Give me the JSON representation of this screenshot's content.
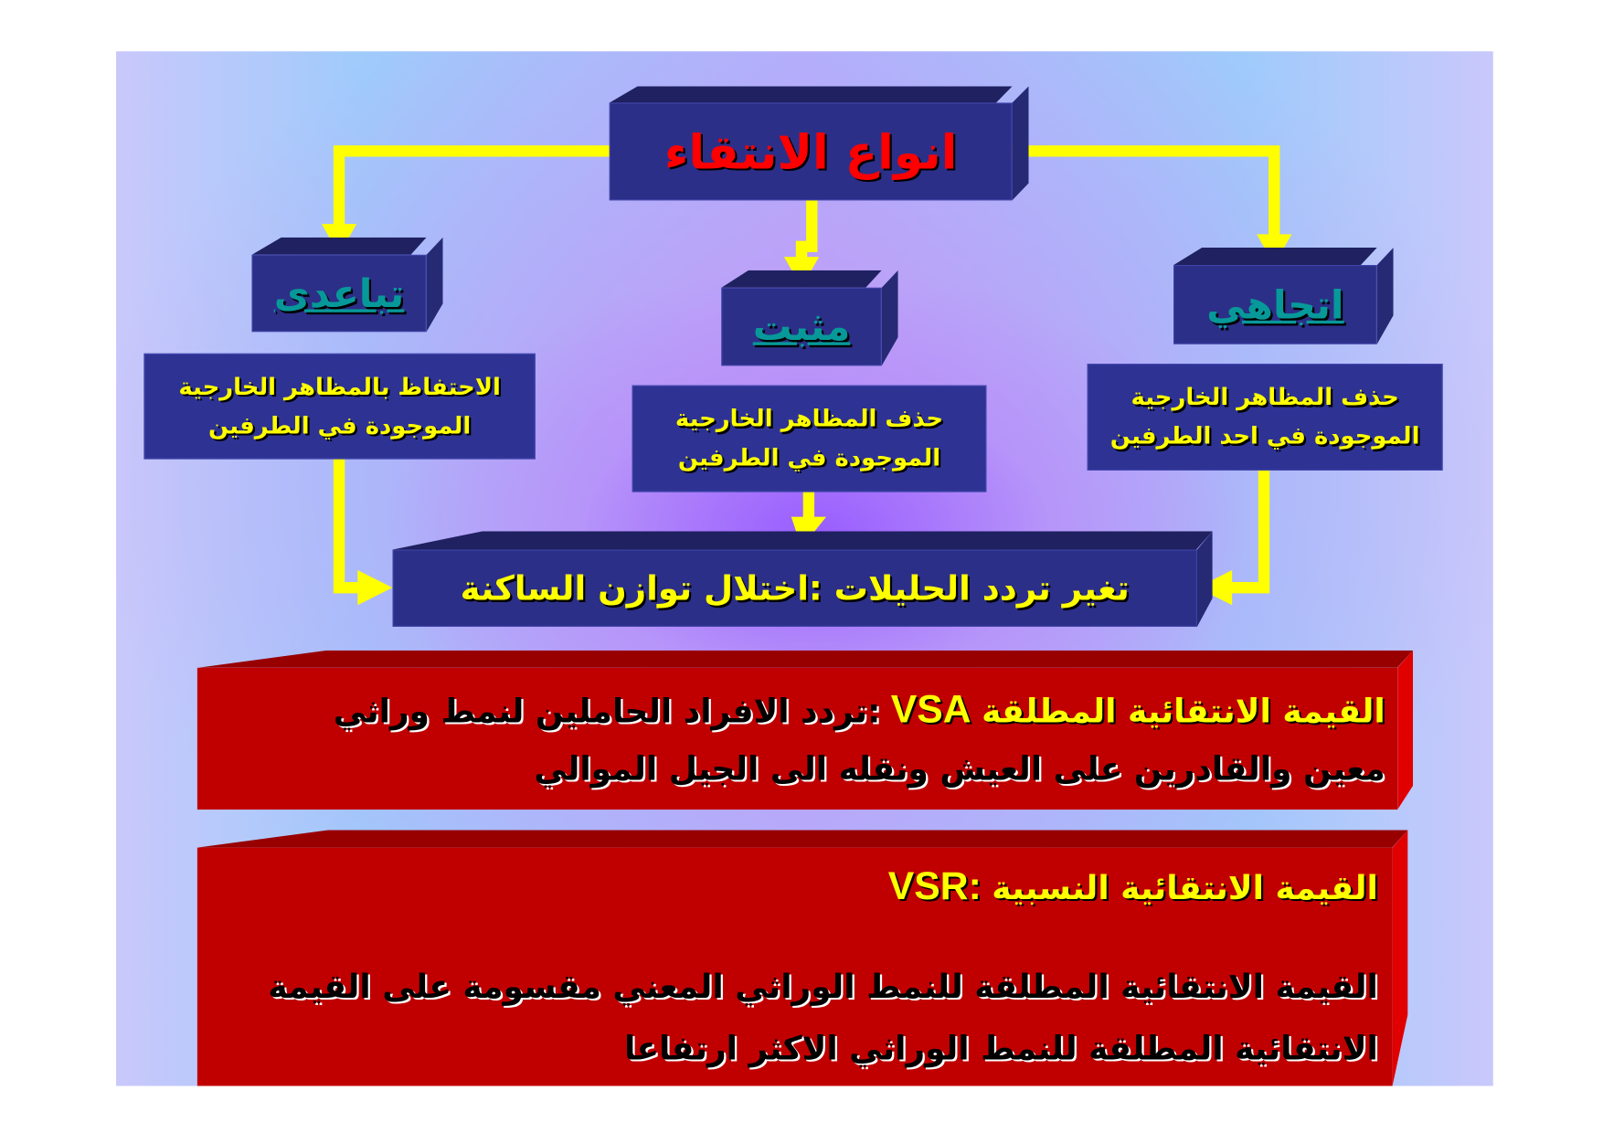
{
  "title": "انواع الانتقاء",
  "types": [
    {
      "label": "تباعدى",
      "description_lines": [
        "الاحتفاظ بالمظاهر الخارجية",
        "الموجودة في  الطرفين"
      ]
    },
    {
      "label": "مثبت",
      "description_lines": [
        "حذف المظاهر الخارجية",
        "الموجودة في  الطرفين"
      ]
    },
    {
      "label": "اتجاهي",
      "description_lines": [
        "حذف المظاهر الخارجية",
        "الموجودة في احد الطرفين"
      ]
    }
  ],
  "result": "تغير تردد الحليلات :اختلال توازن الساكنة",
  "vsa": {
    "term": "القيمة الانتقائية المطلقة",
    "abbr": "VSA",
    "line1_rest": ":تردد الافراد الحاملين لنمط وراثي",
    "line2": "معين والقادرين على  العيش ونقله الى الجيل الموالي"
  },
  "vsr": {
    "term": "القيمة الانتقائية النسبية",
    "abbr": "VSR:",
    "line1": "القيمة الانتقائية المطلقة للنمط الوراثي المعني مقسومة على القيمة",
    "line2": "الانتقائية المطلقة للنمط الوراثي الاكثر ارتفاعا"
  },
  "colors": {
    "arrow": "#ffff00",
    "box_blue": "#2c2f87",
    "box_red": "#c00000",
    "title_red": "#ff0000",
    "label_teal": "#079999"
  }
}
